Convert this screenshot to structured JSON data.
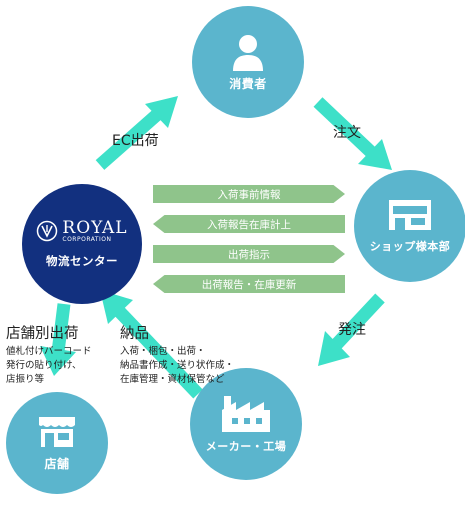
{
  "nodes": {
    "consumer": "消費者",
    "shop_hq": "ショップ様本部",
    "maker": "メーカー・工場",
    "store": "店舗",
    "hub": "物流センター",
    "hub_logo_main": "ROYAL",
    "hub_logo_sub": "CORPORATION"
  },
  "bands": [
    "入荷事前情報",
    "入荷報告在庫計上",
    "出荷指示",
    "出荷報告・在庫更新"
  ],
  "flows": {
    "ec_shipping": "EC出荷",
    "order": "注文",
    "purchase_order": "発注",
    "store_shipping": "店舗別出荷",
    "store_shipping_note": [
      "値札付けバーコード",
      "発行の貼り付け、",
      "店振り等"
    ],
    "delivery": "納品",
    "delivery_note": [
      "入荷・梱包・出荷・",
      "納品書作成・送り状作成・",
      "在庫管理・資材保管など"
    ]
  },
  "colors": {
    "node": "#5bb5cd",
    "hub": "#12307f",
    "arrow": "#3de0c8",
    "band": "#8fc48b"
  }
}
